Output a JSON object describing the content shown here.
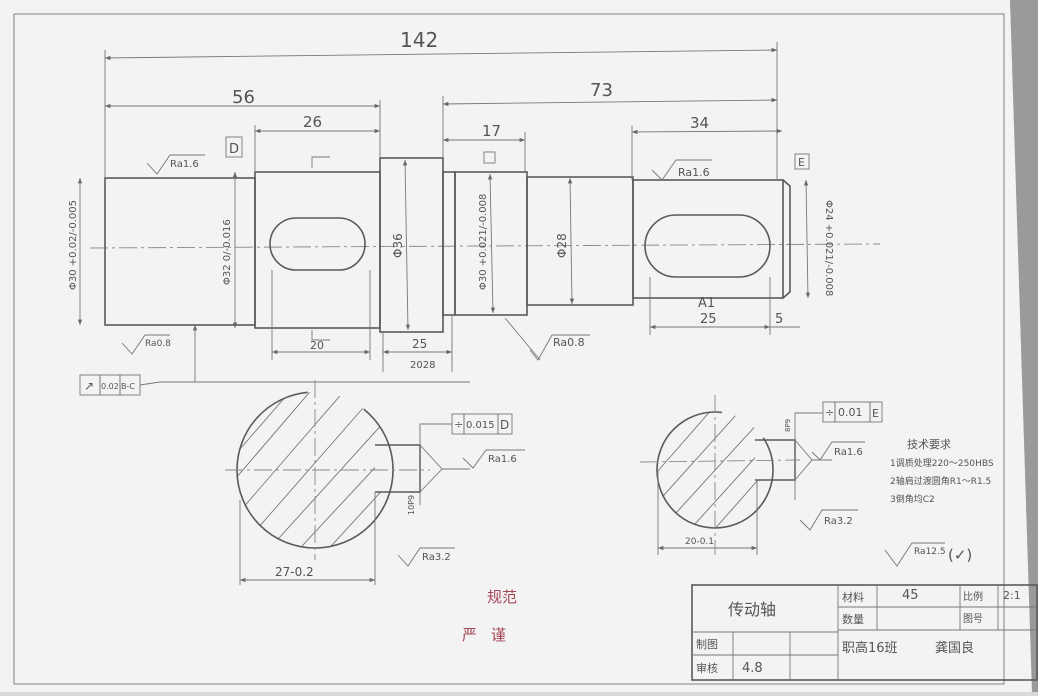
{
  "drawing": {
    "dimensions": {
      "overall": "142",
      "left_len": "56",
      "right_len": "73",
      "keyway1_pos": "26",
      "bearing_len": "17",
      "right_seg_len": "34",
      "d1": "Φ30 +0.02/-0.005",
      "d2": "Φ32 0/-0.016",
      "d3": "Φ36",
      "d4": "Φ30 +0.021/-0.008",
      "d5": "Φ28",
      "d6": "Φ24 +0.021/-0.008",
      "key1_len": "20",
      "collar_w": "25",
      "collar_tol": "2028",
      "key2_label": "A1",
      "key2_len": "25",
      "key2_off": "5",
      "sec1_depth": "27-0.2",
      "sec2_depth": "20-0.1",
      "sec1_width": "10P9",
      "sec2_width": "8P9"
    },
    "roughness": [
      "Ra1.6",
      "Ra0.8",
      "Ra0.8",
      "Ra1.6",
      "Ra1.6",
      "Ra3.2",
      "Ra1.6",
      "Ra3.2",
      "Ra12.5"
    ],
    "datums": {
      "d": "D",
      "e": "E"
    },
    "tolerances": {
      "runout": {
        "symbol": "↗",
        "value": "0.02",
        "datum": "B-C"
      },
      "sym1": {
        "symbol": "÷",
        "value": "0.015",
        "datum": "D"
      },
      "sym2": {
        "symbol": "÷",
        "value": "0.01",
        "datum": "E"
      }
    },
    "tech_req": {
      "title": "技术要求",
      "items": [
        "1调质处理220～250HBS",
        "2轴肩过渡圆角R1～R1.5",
        "3倒角均C2"
      ]
    },
    "general_finish": "Ra12.5",
    "general_finish_mark": "(✓)",
    "handwritten_note": [
      "规范",
      "严谨"
    ]
  },
  "title_block": {
    "part_name": "传动轴",
    "material_label": "材料",
    "material": "45",
    "scale_label": "比例",
    "scale": "2:1",
    "quantity_label": "数量",
    "drawing_no_label": "图号",
    "drawn_label": "制图",
    "checked_label": "审核",
    "checked_value": "4.8",
    "class": "职高16班",
    "author": "龚国良"
  }
}
